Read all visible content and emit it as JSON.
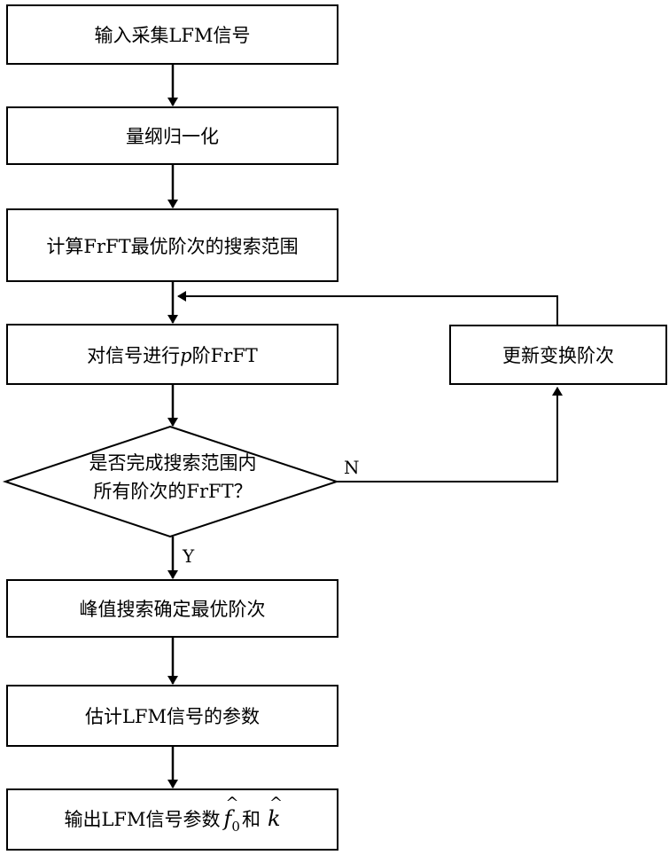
{
  "steps": {
    "input": "输入采集LFM信号",
    "normalize": "量纲归一化",
    "search_range": "计算FrFT最优阶次的搜索范围",
    "frft_prefix": "对信号进行",
    "frft_var": "p",
    "frft_suffix": "阶FrFT",
    "update": "更新变换阶次",
    "decision_line1": "是否完成搜索范围内",
    "decision_line2": "所有阶次的FrFT？",
    "peak": "峰值搜索确定最优阶次",
    "estimate": "估计LFM信号的参数",
    "output_prefix": "输出LFM信号参数",
    "output_f": "f",
    "output_f_sub": "0",
    "output_and": "和",
    "output_k": "k",
    "hat": "^"
  },
  "edges": {
    "no_label": "N",
    "yes_label": "Y"
  }
}
